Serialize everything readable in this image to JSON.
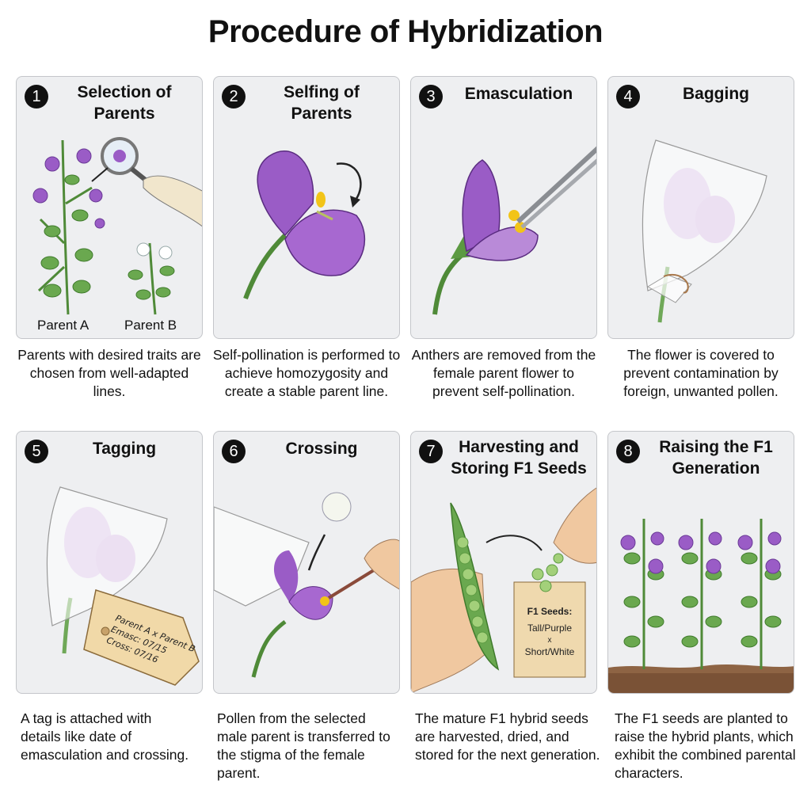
{
  "title": "Procedure of Hybridization",
  "steps": [
    {
      "number": "1",
      "title_line1": "Selection of",
      "title_line2": "Parents",
      "caption": "Parents with desired traits are chosen from well-adapted lines.",
      "labels": {
        "parent_a": "Parent A",
        "parent_b": "Parent B"
      }
    },
    {
      "number": "2",
      "title_line1": "Selfing of",
      "title_line2": "Parents",
      "caption": "Self-pollination is performed to achieve homozygosity and create a stable parent line."
    },
    {
      "number": "3",
      "title_line1": "Emasculation",
      "title_line2": "",
      "caption": "Anthers are removed from the female parent flower to prevent self-pollination."
    },
    {
      "number": "4",
      "title_line1": "Bagging",
      "title_line2": "",
      "caption": "The flower is covered to prevent contamination by foreign, unwanted pollen."
    },
    {
      "number": "5",
      "title_line1": "Tagging",
      "title_line2": "",
      "caption": "A tag is attached with details like date of emasculation and crossing.",
      "tag": {
        "line1": "Parent A x Parent B",
        "line2": "Emasc: 07/15",
        "line3": "Cross: 07/16"
      }
    },
    {
      "number": "6",
      "title_line1": "Crossing",
      "title_line2": "",
      "caption": "Pollen from the selected male parent is transferred to the stigma of the female parent."
    },
    {
      "number": "7",
      "title_line1": "Harvesting and",
      "title_line2": "Storing F1 Seeds",
      "caption": "The mature F1 hybrid seeds are harvested, dried, and stored for the next generation.",
      "envelope": {
        "heading": "F1 Seeds:",
        "line1": "Tall/Purple",
        "line2": "x",
        "line3": "Short/White"
      }
    },
    {
      "number": "8",
      "title_line1": "Raising the F1",
      "title_line2": "Generation",
      "caption": "The F1 seeds are planted to raise the hybrid plants, which exhibit the combined parental characters."
    }
  ],
  "colors": {
    "purple": "#9a5cc6",
    "green": "#5c9a42",
    "panel_bg": "#eeeff1",
    "panel_border": "#c4c6ca",
    "soil": "#7a5236"
  }
}
